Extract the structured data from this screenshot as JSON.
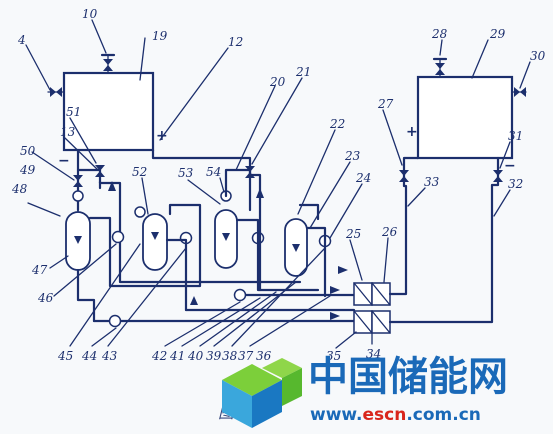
{
  "labels": {
    "l4": "4",
    "l10": "10",
    "l19": "19",
    "l12": "12",
    "l28": "28",
    "l29": "29",
    "l30": "30",
    "l51": "51",
    "l13": "13",
    "l50": "50",
    "l49": "49",
    "l48": "48",
    "l52": "52",
    "l53": "53",
    "l54": "54",
    "l20": "20",
    "l21": "21",
    "l22": "22",
    "l23": "23",
    "l24": "24",
    "l27": "27",
    "l31": "31",
    "l33": "33",
    "l32": "32",
    "l25": "25",
    "l26": "26",
    "l47": "47",
    "l46": "46",
    "l45": "45",
    "l44": "44",
    "l43": "43",
    "l42": "42",
    "l41": "41",
    "l40": "40",
    "l39": "39",
    "l38": "38",
    "l37": "37",
    "l36": "36",
    "l35": "35",
    "l34": "34"
  },
  "signs": {
    "plus_left": "+",
    "minus_left": "−",
    "plus_right": "+",
    "minus_right": "−"
  },
  "caption": "图 4",
  "watermark": {
    "brand_cn": "中国储能网",
    "url_pre": "www.",
    "url_mid": "escn",
    "url_post": ".com.cn"
  },
  "colors": {
    "ink": "#1c2f6d",
    "watermark_blue": "#1a69b8",
    "watermark_red": "#d9261c"
  }
}
